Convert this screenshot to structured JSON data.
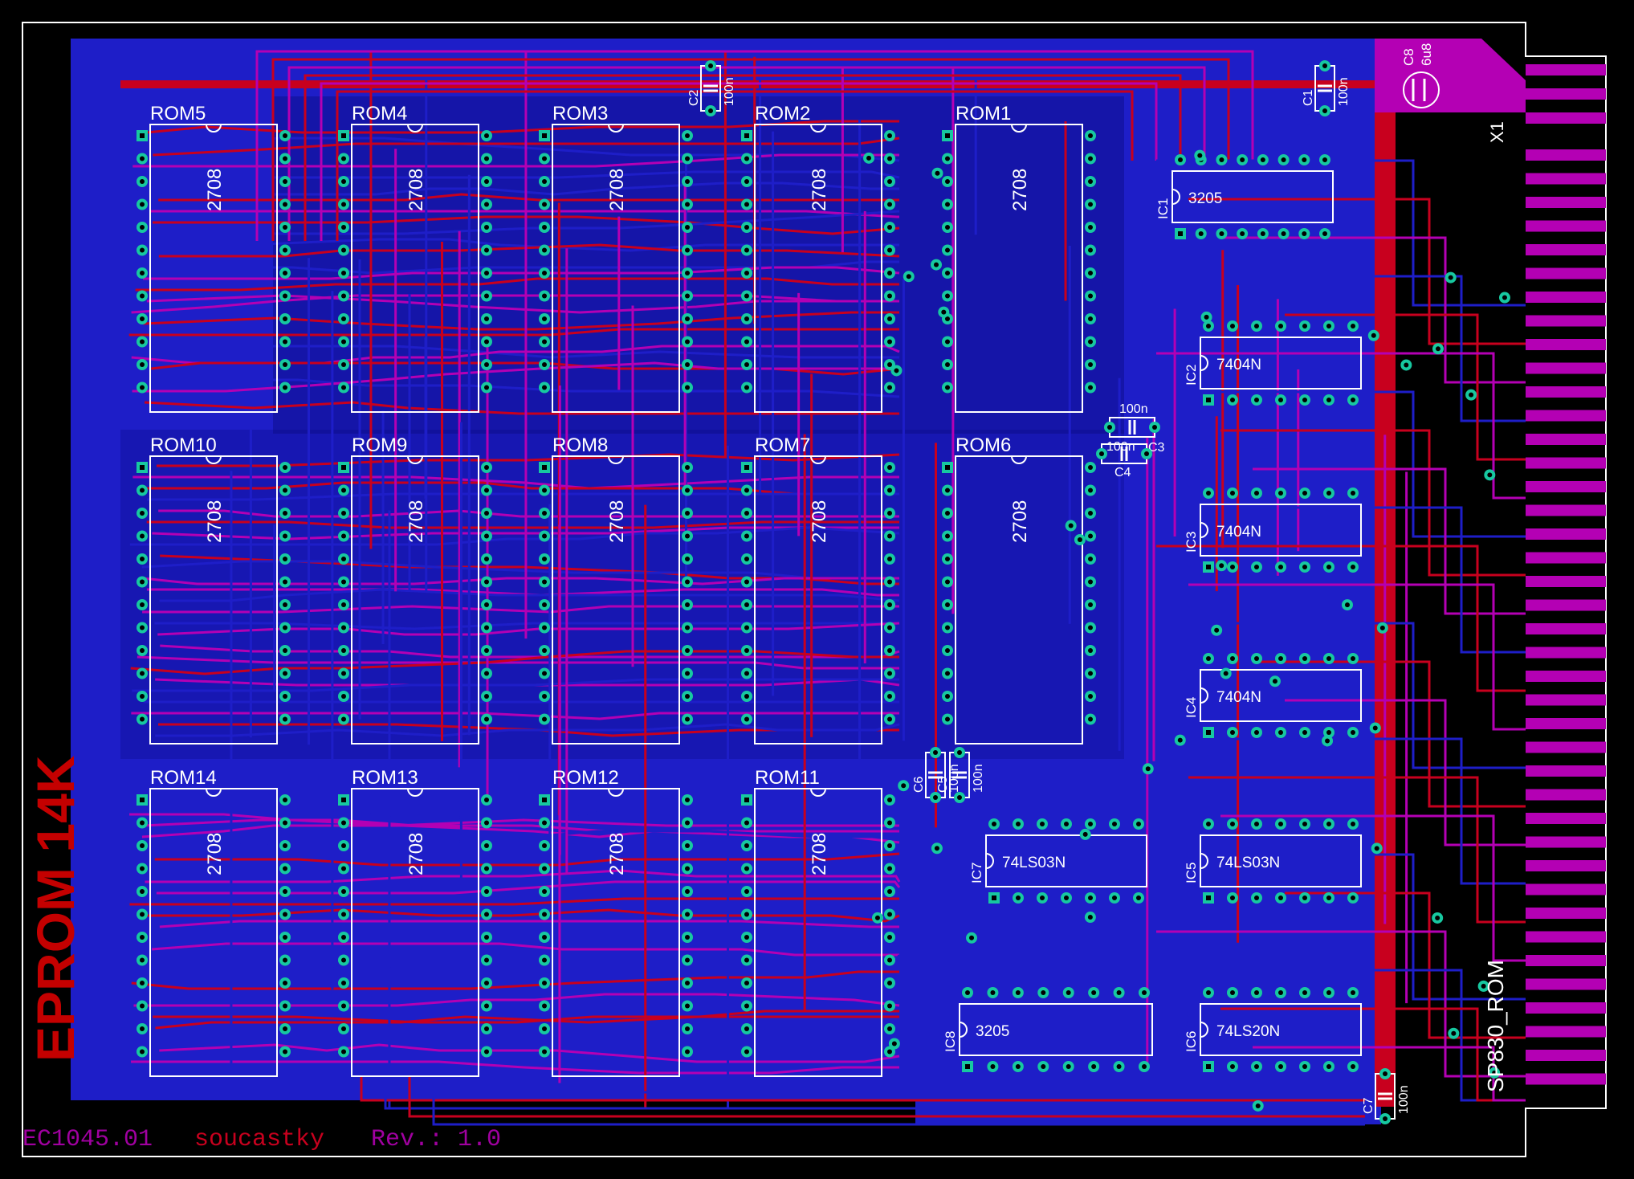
{
  "board": {
    "title": "EPROM 14K",
    "name": "SP830_ROM",
    "connector": "X1",
    "footer": {
      "code": "EC1045.01",
      "layer": "soucastky",
      "revision": "Rev.: 1.0"
    }
  },
  "roms": [
    {
      "ref": "ROM1",
      "value": "2708"
    },
    {
      "ref": "ROM2",
      "value": "2708"
    },
    {
      "ref": "ROM3",
      "value": "2708"
    },
    {
      "ref": "ROM4",
      "value": "2708"
    },
    {
      "ref": "ROM5",
      "value": "2708"
    },
    {
      "ref": "ROM6",
      "value": "2708"
    },
    {
      "ref": "ROM7",
      "value": "2708"
    },
    {
      "ref": "ROM8",
      "value": "2708"
    },
    {
      "ref": "ROM9",
      "value": "2708"
    },
    {
      "ref": "ROM10",
      "value": "2708"
    },
    {
      "ref": "ROM11",
      "value": "2708"
    },
    {
      "ref": "ROM12",
      "value": "2708"
    },
    {
      "ref": "ROM13",
      "value": "2708"
    },
    {
      "ref": "ROM14",
      "value": "2708"
    }
  ],
  "ics": [
    {
      "ref": "IC1",
      "value": "3205"
    },
    {
      "ref": "IC2",
      "value": "7404N"
    },
    {
      "ref": "IC3",
      "value": "7404N"
    },
    {
      "ref": "IC4",
      "value": "7404N"
    },
    {
      "ref": "IC5",
      "value": "74LS03N"
    },
    {
      "ref": "IC6",
      "value": "74LS20N"
    },
    {
      "ref": "IC7",
      "value": "74LS03N"
    },
    {
      "ref": "IC8",
      "value": "3205"
    }
  ],
  "capacitors": [
    {
      "ref": "C1",
      "value": "100n"
    },
    {
      "ref": "C2",
      "value": "100n"
    },
    {
      "ref": "C3",
      "value": "100n"
    },
    {
      "ref": "C4",
      "value": "100n"
    },
    {
      "ref": "C5",
      "value": "100n"
    },
    {
      "ref": "C6",
      "value": "100n"
    },
    {
      "ref": "C7",
      "value": "100n"
    },
    {
      "ref": "C8",
      "value": "6u8"
    }
  ],
  "colors": {
    "background": "#000000",
    "bottom_copper": "#1e1ec8",
    "top_copper": "#c8001e",
    "mixed_trace": "#b400b4",
    "pad_ring": "#17c8a0",
    "silkscreen": "#ffffff",
    "title_text": "#c40000"
  }
}
